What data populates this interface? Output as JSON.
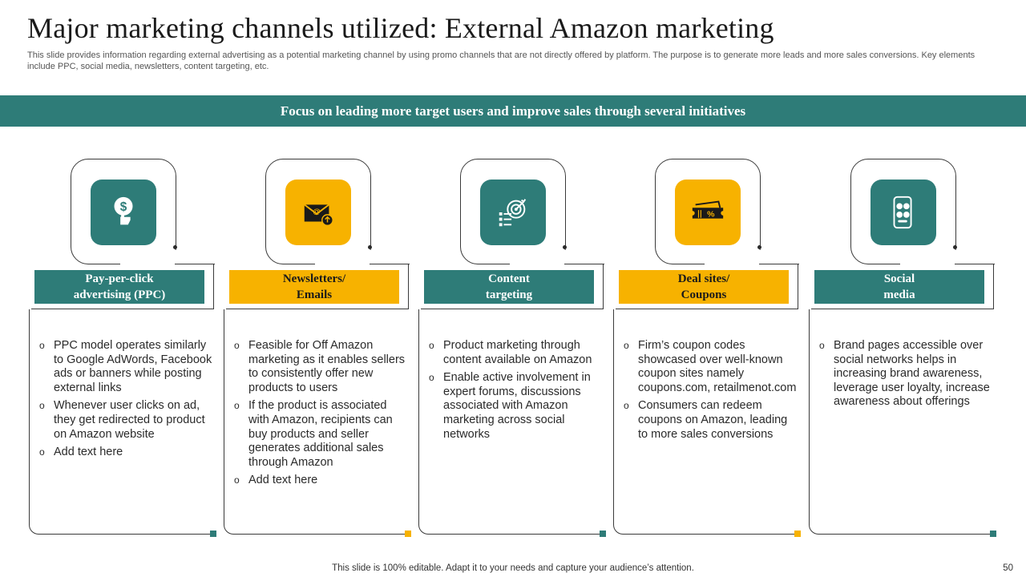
{
  "title": "Major marketing channels utilized: External Amazon marketing",
  "subtitle": "This slide provides information regarding external advertising as a potential marketing channel by using promo channels that are not directly offered by platform. The purpose is to generate more leads and more sales conversions. Key elements include PPC, social media, newsletters, content targeting, etc.",
  "banner": "Focus on leading more target users and improve sales through several initiatives",
  "colors": {
    "teal": "#2e7c78",
    "yellow": "#f7b200"
  },
  "columns": [
    {
      "icon": "dollar-hand-icon",
      "color": "teal",
      "label_line1": "Pay-per-click",
      "label_line2": "advertising (PPC)",
      "bullets": [
        "PPC model operates similarly to Google AdWords, Facebook ads or banners while posting external links",
        "Whenever user clicks on ad, they get redirected to product on Amazon website",
        "Add text here"
      ]
    },
    {
      "icon": "email-envelope-icon",
      "color": "yellow",
      "label_line1": "Newsletters/",
      "label_line2": "Emails",
      "bullets": [
        "Feasible for Off Amazon marketing as it enables sellers to consistently offer new products to users",
        "If the product is associated with Amazon, recipients can buy products and seller generates additional sales through Amazon",
        "Add text here"
      ]
    },
    {
      "icon": "target-checklist-icon",
      "color": "teal",
      "label_line1": "Content",
      "label_line2": "targeting",
      "bullets": [
        "Product marketing through content available on Amazon",
        "Enable active involvement in expert forums, discussions associated with Amazon marketing across social networks"
      ]
    },
    {
      "icon": "coupon-ticket-icon",
      "color": "yellow",
      "label_line1": "Deal sites/",
      "label_line2": "Coupons",
      "bullets": [
        "Firm’s coupon codes showcased over well-known coupon sites namely coupons.com, retailmenot.com",
        "Consumers can redeem coupons on Amazon, leading to more sales conversions"
      ]
    },
    {
      "icon": "social-phone-icon",
      "color": "teal",
      "label_line1": "Social",
      "label_line2": "media",
      "bullets": [
        "Brand pages accessible over social networks helps in increasing brand awareness, leverage user loyalty, increase awareness about offerings"
      ]
    }
  ],
  "footer": "This slide is 100% editable. Adapt it to your needs and capture your audience’s attention.",
  "page_number": "50"
}
